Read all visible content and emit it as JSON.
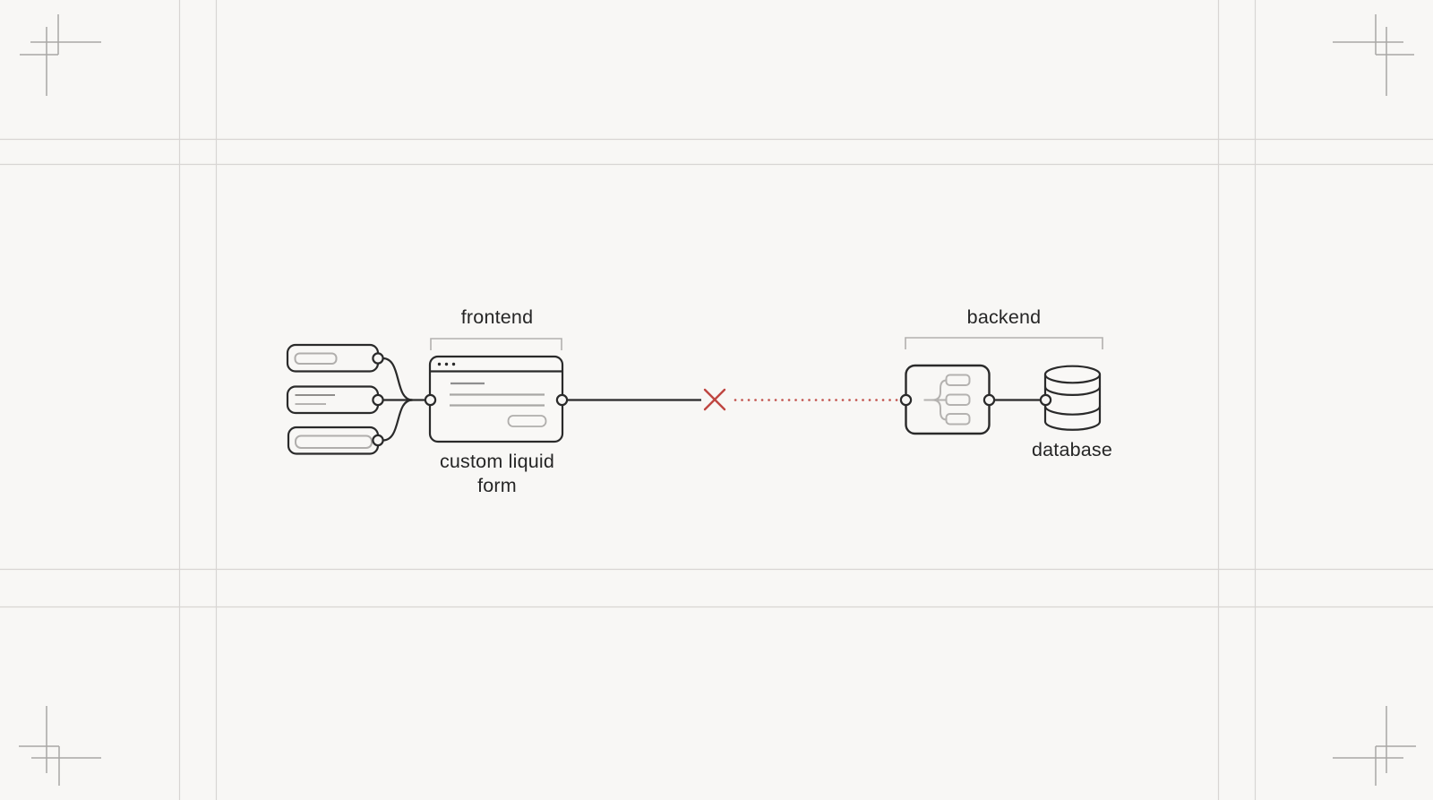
{
  "canvas": {
    "background": "#f8f7f5"
  },
  "colors": {
    "outline_dark": "#2a2a2a",
    "muted_gray": "#b0aeac",
    "guide_line": "#d8d5d3",
    "crop_mark": "#a9a7a5",
    "error_red": "#bf4641",
    "dotted_red": "#c2524c",
    "text": "#262626"
  },
  "diagram": {
    "frontend": {
      "bracket_label": "frontend",
      "node_caption": "custom liquid form",
      "icon": "browser-window-icon",
      "input_nodes": [
        "form-field-node",
        "form-field-node",
        "form-field-node"
      ]
    },
    "connection": {
      "state": "broken",
      "icon": "error-x-icon"
    },
    "backend": {
      "bracket_label": "backend",
      "icon": "flow-branch-icon",
      "database_caption": "database",
      "database_icon": "database-cylinder-icon"
    }
  }
}
